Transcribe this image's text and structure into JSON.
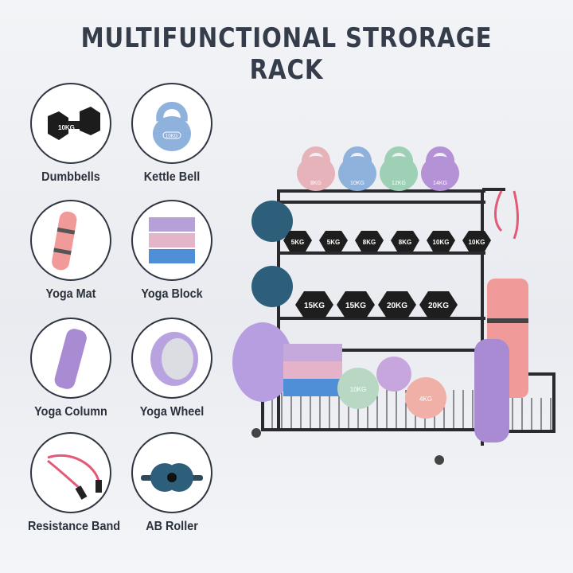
{
  "title": "MULTIFUNCTIONAL STRORAGE RACK",
  "items": [
    {
      "label": "Dumbbells",
      "icon": "dumbbell-icon",
      "tag": "10KG"
    },
    {
      "label": "Kettle Bell",
      "icon": "kettlebell-icon",
      "tag": "10KG"
    },
    {
      "label": "Yoga Mat",
      "icon": "yoga-mat-icon"
    },
    {
      "label": "Yoga Block",
      "icon": "yoga-block-icon"
    },
    {
      "label": "Yoga Column",
      "icon": "yoga-column-icon"
    },
    {
      "label": "Yoga Wheel",
      "icon": "yoga-wheel-icon"
    },
    {
      "label": "Resistance Band",
      "icon": "resistance-band-icon"
    },
    {
      "label": "AB Roller",
      "icon": "ab-roller-icon"
    }
  ],
  "rack": {
    "kettlebells": [
      {
        "w": "8KG",
        "c": "#e6b3ba"
      },
      {
        "w": "10KG",
        "c": "#8fb2dc"
      },
      {
        "w": "12KG",
        "c": "#9dd0b4"
      },
      {
        "w": "14KG",
        "c": "#b592d6"
      }
    ],
    "dumbbells_row1": [
      "5KG",
      "5KG",
      "8KG",
      "8KG",
      "10KG",
      "10KG"
    ],
    "dumbbells_row2": [
      "15KG",
      "15KG",
      "20KG",
      "20KG"
    ],
    "balls": [
      "10KG",
      "4KG"
    ]
  }
}
